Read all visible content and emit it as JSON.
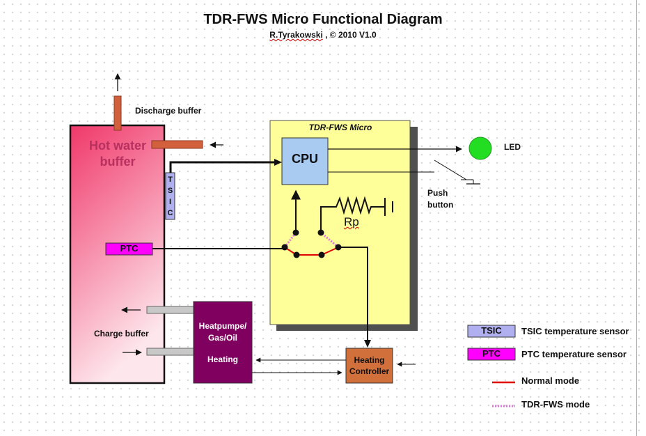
{
  "title": "TDR-FWS Micro Functional Diagram",
  "subtitle": {
    "author": "R.Tyrakowski",
    "rest": " , © 2010  V1.0"
  },
  "labels": {
    "discharge_buffer": "Discharge buffer",
    "hot_water_line1": "Hot water",
    "hot_water_line2": "buffer",
    "charge_buffer": "Charge buffer",
    "micro": "TDR-FWS Micro",
    "cpu": "CPU",
    "led": "LED",
    "push_line1": "Push",
    "push_line2": "button",
    "rp": "Rp",
    "tsic_letters": [
      "T",
      "S",
      "I",
      "C"
    ],
    "ptc": "PTC",
    "heatpump_line1": "Heatpumpe/",
    "heatpump_line2": "Gas/Oil",
    "heatpump_line3": "Heating",
    "controller_line1": "Heating",
    "controller_line2": "Controller"
  },
  "legend": {
    "tsic_box": "TSIC",
    "tsic_desc": "TSIC temperature sensor",
    "ptc_box": "PTC",
    "ptc_desc": "PTC temperature sensor",
    "normal_mode": "Normal mode",
    "fws_mode": "TDR-FWS mode"
  },
  "colors": {
    "tank_top": "#f0386a",
    "tank_bottom": "#fde6ec",
    "micro_box": "#ffff99",
    "cpu": "#a9cbf2",
    "tsic": "#b0b0f0",
    "ptc": "#ff00ff",
    "heater": "#800060",
    "controller": "#d2703c",
    "led": "#22dd22",
    "normal_line": "#e00000",
    "fws_line": "#e070e0"
  }
}
